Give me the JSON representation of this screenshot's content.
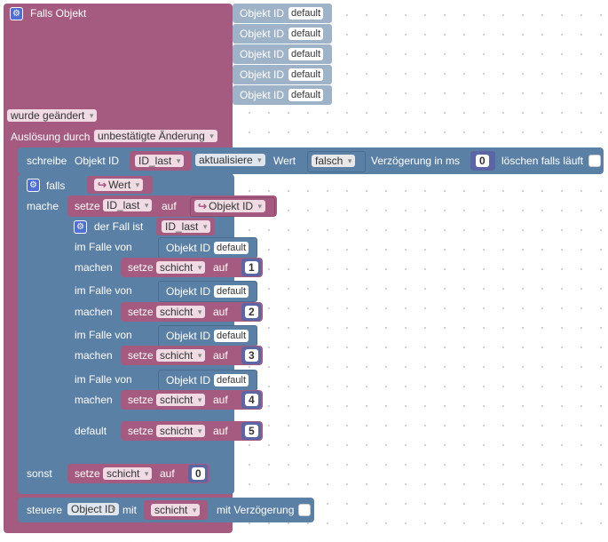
{
  "trigger": {
    "title": "Falls Objekt",
    "object_label": "Objekt ID",
    "object_values": [
      "default",
      "default",
      "default",
      "default",
      "default"
    ],
    "event_dropdown": "wurde geändert",
    "ausloesung_label": "Auslösung durch",
    "ausloesung_dropdown": "unbestätigte Änderung"
  },
  "schreibe": {
    "label": "schreibe",
    "objekt_label": "Objekt ID",
    "var_dropdown": "ID_last",
    "mode_dropdown": "aktualisiere",
    "wert_label": "Wert",
    "wert_dropdown": "falsch",
    "delay_label": "Verzögerung in ms",
    "delay_value": "0",
    "cancel_label": "löschen falls läuft"
  },
  "if_block": {
    "falls_label": "falls",
    "cond_dropdown": "Wert",
    "mache_label": "mache",
    "sonst_label": "sonst",
    "setze_label": "setze",
    "setze_var": "ID_last",
    "auf_label": "auf",
    "setze_value_dropdown": "Objekt ID"
  },
  "switch": {
    "title": "der Fall ist",
    "var_dropdown": "ID_last",
    "case_label": "im Falle von",
    "do_label": "machen",
    "default_label": "default",
    "obj_label": "Objekt ID",
    "cases": [
      {
        "obj": "default",
        "setze": "setze",
        "var": "schicht",
        "auf": "auf",
        "value": "1"
      },
      {
        "obj": "default",
        "setze": "setze",
        "var": "schicht",
        "auf": "auf",
        "value": "2"
      },
      {
        "obj": "default",
        "setze": "setze",
        "var": "schicht",
        "auf": "auf",
        "value": "3"
      },
      {
        "obj": "default",
        "setze": "setze",
        "var": "schicht",
        "auf": "auf",
        "value": "4"
      }
    ],
    "default_set": {
      "setze": "setze",
      "var": "schicht",
      "auf": "auf",
      "value": "5"
    }
  },
  "else_set": {
    "setze": "setze",
    "var": "schicht",
    "auf": "auf",
    "value": "0"
  },
  "steuere": {
    "label": "steuere",
    "object_dropdown": "Object ID",
    "mit_label": "mit",
    "var_dropdown": "schicht",
    "delay_label": "mit Verzögerung"
  },
  "colors": {
    "trigger": "#a55b80",
    "action": "#5b80a5",
    "object": "#9fb3c8",
    "number": "#5b67a5"
  }
}
